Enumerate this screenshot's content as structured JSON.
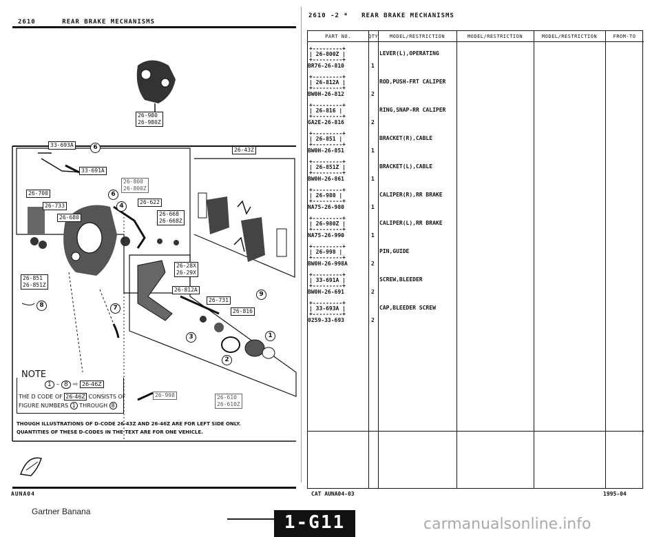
{
  "left_header": {
    "code": "2610",
    "title": "REAR BRAKE MECHANISMS"
  },
  "right_header": {
    "code": "2610",
    "sep": "-2",
    "mark": "*",
    "title": "REAR BRAKE MECHANISMS"
  },
  "callouts": {
    "c980": "26-980",
    "c980z": "26-980Z",
    "c693a": "33-693A",
    "c691a": "33-691A",
    "c43z": "26-43Z",
    "c800": "26-800",
    "c800z": "26-800Z",
    "c700": "26-700",
    "c622": "26-622",
    "c733": "26-733",
    "c668": "26-668",
    "c668z": "26-668Z",
    "c680": "26-680",
    "c28x": "26-28X",
    "c29x": "26-29X",
    "c851": "26-851",
    "c851z": "26-851Z",
    "c812a": "26-812A",
    "c731": "26-731",
    "c816": "26-816",
    "c46z": "26-46Z",
    "c998": "26-998",
    "c610": "26-610",
    "c610z": "26-610Z"
  },
  "circled": {
    "n1": "1",
    "n2": "2",
    "n3": "3",
    "n4": "4",
    "n6": "6",
    "n7": "7",
    "n8": "8",
    "n9": "9"
  },
  "note": {
    "title": "NOTE",
    "line1_pre": "THE D CODE OF",
    "line1_box": "26-46Z",
    "line1_post": "CONSISTS OF",
    "line2": "FIGURE NUMBERS",
    "line2_mid": "THROUGH",
    "formula_box": "26-46Z",
    "footnote1": "THOUGH ILLUSTRATIONS OF D-CODE 26-43Z AND 26-46Z ARE FOR LEFT SIDE ONLY.",
    "footnote2": "QUANTITIES OF THESE D-CODES IN THE TEXT ARE FOR ONE VEHICLE."
  },
  "left_footer_code": "AUNA04",
  "table": {
    "headers": [
      "PART NO.",
      "QTY",
      "MODEL/RESTRICTION",
      "MODEL/RESTRICTION",
      "MODEL/RESTRICTION",
      "FROM-TO"
    ],
    "rows": [
      {
        "dcode": "26-800Z",
        "part": "BR76-26-810",
        "qty": "1",
        "desc": "LEVER(L),OPERATING"
      },
      {
        "dcode": "26-812A",
        "part": "BW0H-26-812",
        "qty": "2",
        "desc": "ROD,PUSH-FRT CALIPER"
      },
      {
        "dcode": "26-816",
        "part": "GA2E-26-816",
        "qty": "2",
        "desc": "RING,SNAP-RR CALIPER"
      },
      {
        "dcode": "26-851",
        "part": "BW0H-26-851",
        "qty": "1",
        "desc": "BRACKET(R),CABLE"
      },
      {
        "dcode": "26-851Z",
        "part": "BW0H-26-861",
        "qty": "1",
        "desc": "BRACKET(L),CABLE"
      },
      {
        "dcode": "26-980",
        "part": "NA75-26-980",
        "qty": "1",
        "desc": "CALIPER(R),RR BRAKE"
      },
      {
        "dcode": "26-980Z",
        "part": "NA75-26-990",
        "qty": "1",
        "desc": "CALIPER(L),RR BRAKE"
      },
      {
        "dcode": "26-998",
        "part": "BW0H-26-998A",
        "qty": "2",
        "desc": "PIN,GUIDE"
      },
      {
        "dcode": "33-691A",
        "part": "BW0H-26-691",
        "qty": "2",
        "desc": "SCREW,BLEEDER"
      },
      {
        "dcode": "33-693A",
        "part": "0259-33-693",
        "qty": "2",
        "desc": "CAP,BLEEDER SCREW"
      }
    ]
  },
  "right_footer": {
    "left": "CAT  AUNA04-03",
    "right": "1995-04"
  },
  "bottom": {
    "left": "Gartner Banana",
    "tab": "1-G11",
    "watermark": "carmanualsonline.info"
  }
}
